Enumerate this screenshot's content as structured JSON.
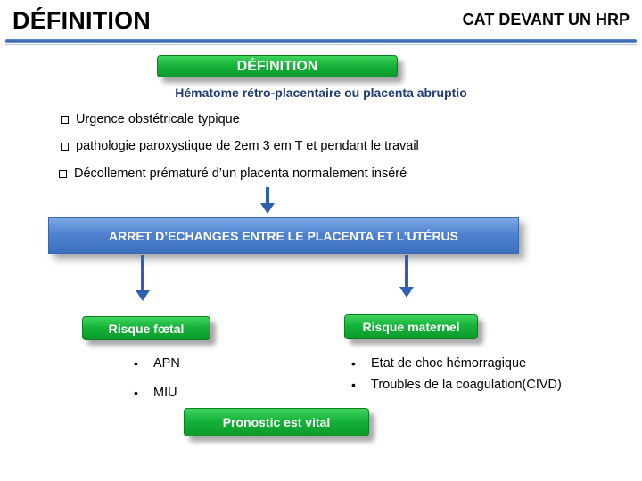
{
  "header": {
    "title": "DÉFINITION",
    "right_title": "CAT DEVANT UN HRP"
  },
  "definition_box": {
    "label": "DÉFINITION"
  },
  "subtitle": "Hématome rétro-placentaire  ou placenta abruptio",
  "checklist": [
    "Urgence obstétricale typique",
    "pathologie paroxystique de 2em 3 em T et pendant le travail",
    "Décollement prématuré d’un placenta normalement inséré"
  ],
  "center_box": {
    "label": "ARRET D’ECHANGES ENTRE LE PLACENTA ET L’UTÉRUS"
  },
  "left_branch": {
    "label": "Risque fœtal",
    "items": [
      "APN",
      "MIU"
    ]
  },
  "right_branch": {
    "label": "Risque maternel",
    "items": [
      "Etat de choc hémorragique",
      "Troubles de la coagulation(CIVD)"
    ]
  },
  "bottom_box": {
    "label": "Pronostic est vital"
  },
  "colors": {
    "green": "#16b33a",
    "blue": "#4f82d0",
    "arrow": "#2f5fb0",
    "subtitle": "#1f3b73"
  }
}
